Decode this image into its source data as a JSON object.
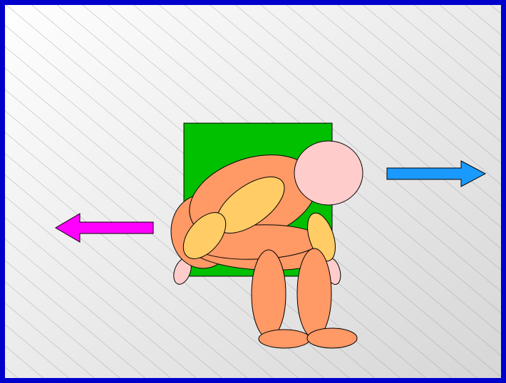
{
  "slide": {
    "frame_color": "#0000cc",
    "background_start": "#ffffff",
    "background_end": "#d6d6d6",
    "hatch_color": "#9a9aaa"
  },
  "figure": {
    "chair_color": "#00c000",
    "body_color": "#ff9966",
    "limb_color": "#ffcc66",
    "head_color": "#ffcccc",
    "hand_color": "#ffcccc",
    "outline_color": "#000000"
  },
  "arrows": [
    {
      "name": "magenta-arrow-left",
      "direction": "left",
      "color": "#ff00ff"
    },
    {
      "name": "blue-arrow-right",
      "direction": "right",
      "color": "#1a9aff"
    }
  ]
}
